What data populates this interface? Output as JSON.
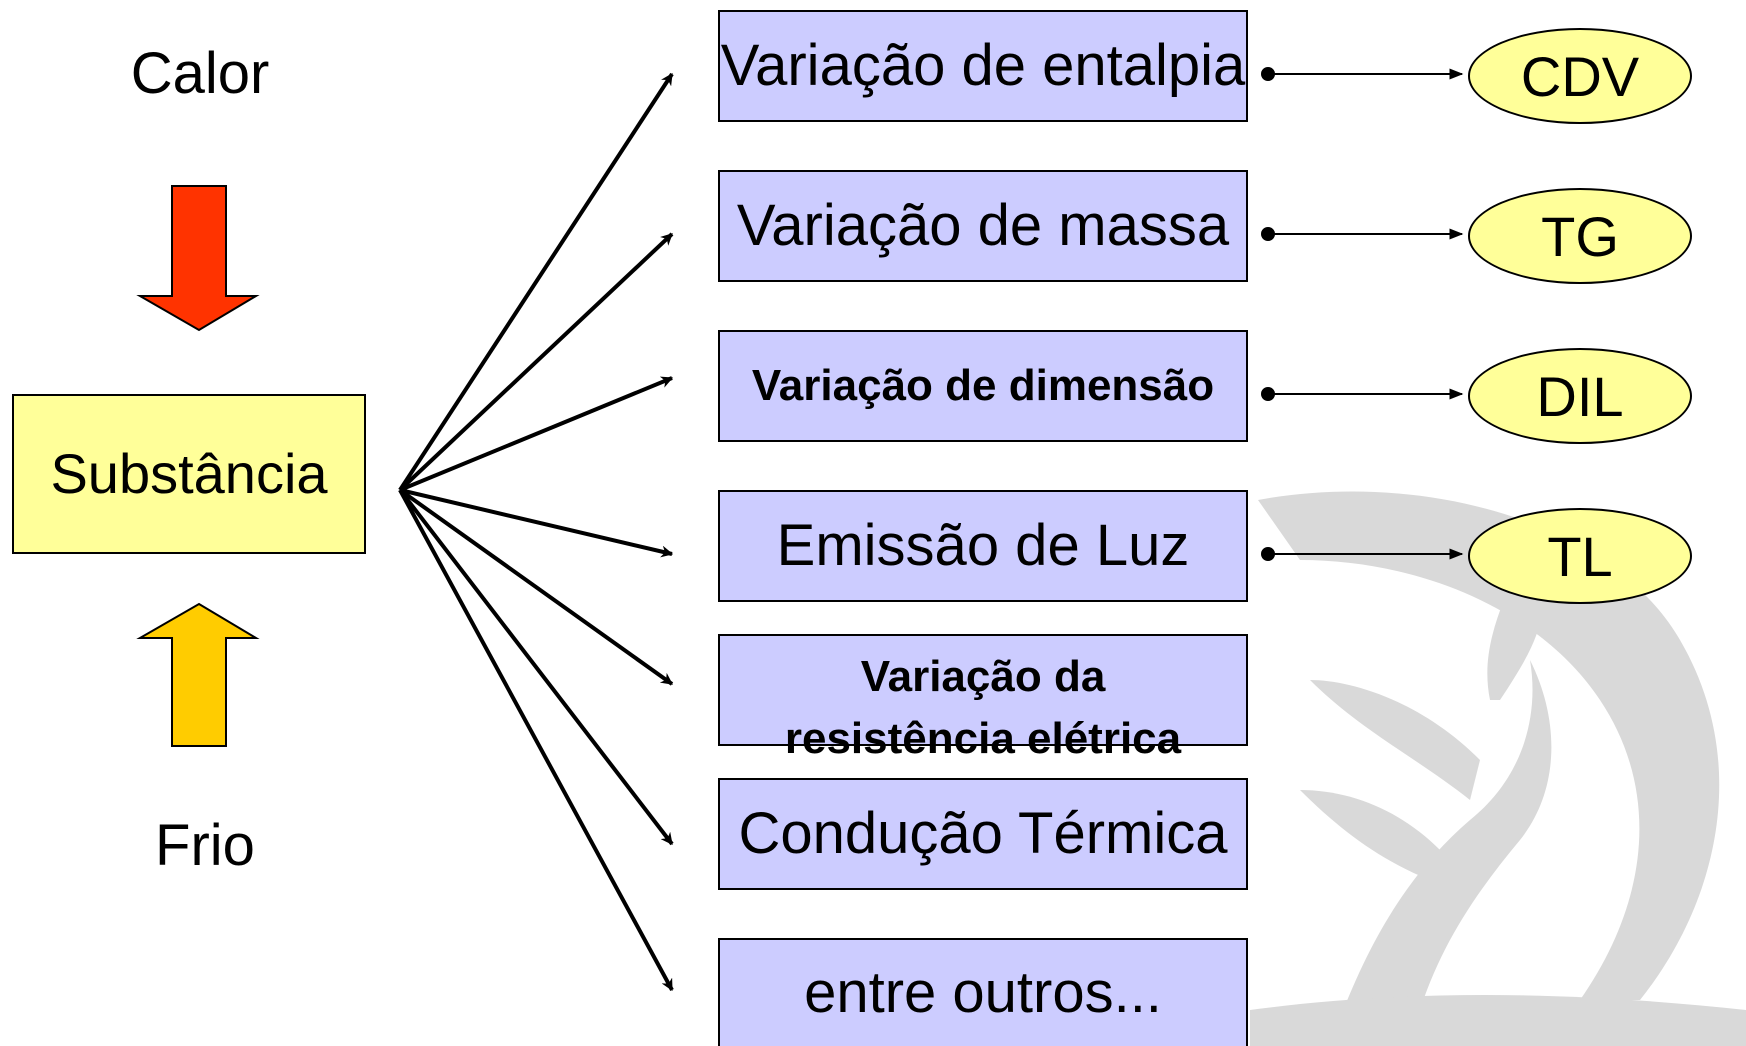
{
  "colors": {
    "substance_box_fill": "#FFFF99",
    "property_box_fill": "#CCCCFF",
    "technique_oval_fill": "#FFFF99",
    "heat_arrow_fill": "#FF3300",
    "cold_arrow_fill": "#FFCC00",
    "watermark_fill": "#D9D9D9",
    "line_color": "#000000"
  },
  "labels": {
    "heat": "Calor",
    "cold": "Frio",
    "substance": "Substância"
  },
  "properties": [
    {
      "label": "Variação de entalpia",
      "technique": "CDV"
    },
    {
      "label": "Variação de massa",
      "technique": "TG"
    },
    {
      "label": "Variação de dimensão",
      "technique": "DIL"
    },
    {
      "label": "Emissão de Luz",
      "technique": "TL"
    },
    {
      "label": "Variação da resistência elétrica",
      "technique": ""
    },
    {
      "label": "Condução Térmica",
      "technique": ""
    },
    {
      "label": "entre outros...",
      "technique": ""
    }
  ],
  "icons": {
    "heat_arrow": "down-arrow-icon",
    "cold_arrow": "up-arrow-icon",
    "watermark": "leaf-logo-watermark"
  }
}
